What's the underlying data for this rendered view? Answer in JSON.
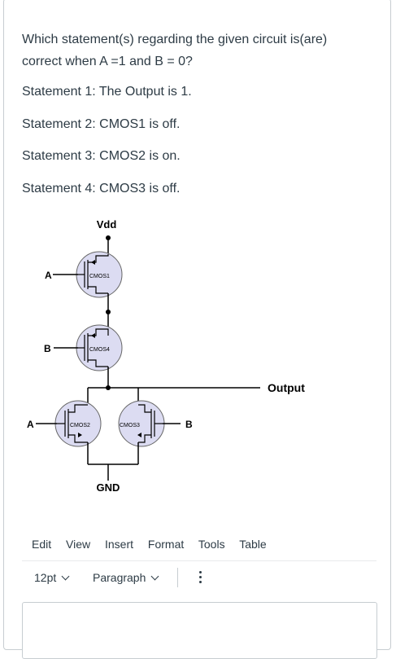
{
  "question": {
    "line1": "Which statement(s) regarding the given circuit is(are)",
    "line2": "correct when A =1 and B = 0?"
  },
  "statements": [
    "Statement 1: The Output is 1.",
    "Statement 2: CMOS1 is off.",
    "Statement 3: CMOS2 is on.",
    "Statement 4: CMOS3 is off."
  ],
  "circuit": {
    "vdd": "Vdd",
    "gnd": "GND",
    "output": "Output",
    "input_a": "A",
    "input_b": "B",
    "cmos1": "CMOS1",
    "cmos2": "CMOS2",
    "cmos3": "CMOS3",
    "cmos4": "CMOS4",
    "transistor_fill": "#dcdcf2"
  },
  "menubar": [
    "Edit",
    "View",
    "Insert",
    "Format",
    "Tools",
    "Table"
  ],
  "toolbar": {
    "font_size": "12pt",
    "block_format": "Paragraph",
    "more_icon": "vertical-ellipsis-icon"
  },
  "editor": {
    "value": ""
  }
}
